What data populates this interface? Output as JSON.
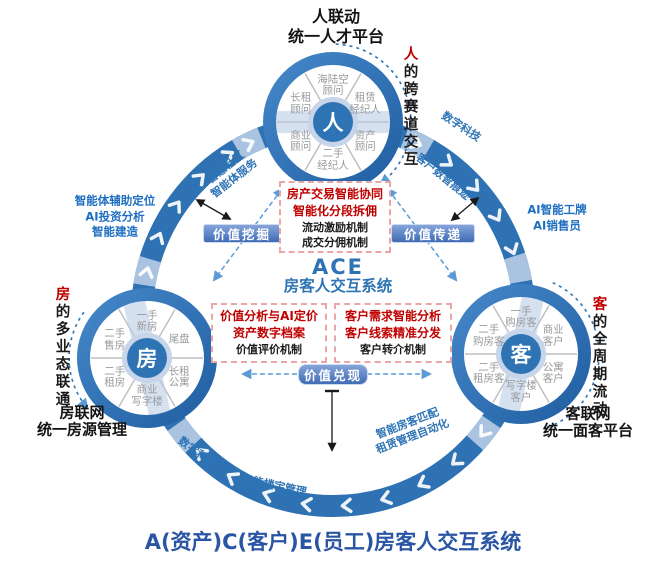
{
  "page": {
    "bottom_title": "A(资产)C(客户)E(员工)房客人交互系统"
  },
  "ace": {
    "acronym": "ACE",
    "name": "房客人交互系统"
  },
  "hubs": {
    "person": {
      "title_line1": "人联动",
      "title_line2": "统一人才平台",
      "core": "人",
      "side_accent": "人",
      "side_text": "的跨赛道交互",
      "segments": [
        "海陆空\n顾问",
        "租赁\n经纪人",
        "资产\n顾问",
        "二手\n经纪人",
        "商业\n顾问",
        "长租\n顾问"
      ]
    },
    "house": {
      "title_line1": "房联网",
      "title_line2": "统一房源管理",
      "core": "房",
      "side_accent": "房",
      "side_text": "的多业态联通",
      "segments": [
        "一手\n新房",
        "尾盘",
        "长租\n公寓",
        "商业\n写字楼",
        "二手\n租房",
        "二手\n售房"
      ]
    },
    "customer": {
      "title_line1": "客联网",
      "title_line2": "统一面客平台",
      "core": "客",
      "side_accent": "客",
      "side_text": "的全周期流动",
      "segments": [
        "一手\n购房客",
        "商业\n客户",
        "公寓\n客户",
        "写字楼\n客户",
        "二手\n租房客",
        "二手\n购房客"
      ]
    }
  },
  "value_links": {
    "mining": "价值挖掘",
    "transfer": "价值传递",
    "redeem": "价值兑现"
  },
  "mech_boxes": {
    "top": {
      "red1": "房产交易智能协同",
      "red2": "智能化分段拆佣",
      "black1": "流动激励机制",
      "black2": "成交分佣机制"
    },
    "left": {
      "red1": "价值分析与AI定价",
      "red2": "资产数字档案",
      "black1": "价值评价机制"
    },
    "right": {
      "red1": "客户需求智能分析",
      "red2": "客户线索精准分发",
      "black1": "客户转介机制"
    }
  },
  "callouts": {
    "left_blue1": "智能体辅助定位",
    "left_blue2": "AI投资分析",
    "left_blue3": "智能建造",
    "right_blue1": "AI智能工牌",
    "right_blue2": "AI销售员"
  },
  "arc_labels": {
    "top_left1": "智慧社区",
    "top_left2": "智能体服务",
    "top_right_outer": "数字科技",
    "top_right_inner": "客户数智痕迹",
    "bottom_left": "数字科技",
    "bottom_center": "智能楼宇管理",
    "bottom_right1": "智能房客匹配",
    "bottom_right2": "租赁管理自动化"
  },
  "colors": {
    "accent_blue": "#2e74b5",
    "accent_red": "#c00000",
    "band_light": "#a9c3e1",
    "title_blue": "#2a55a5"
  }
}
